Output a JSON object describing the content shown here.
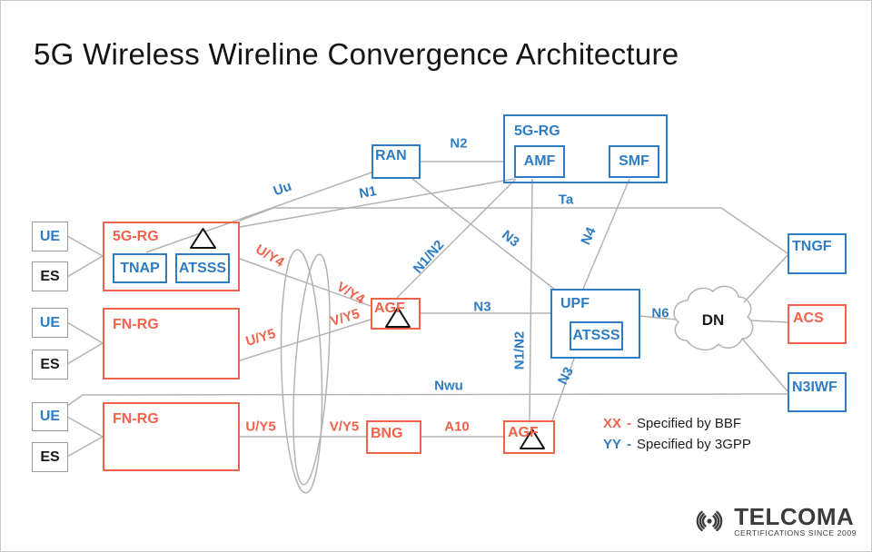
{
  "title": "5G Wireless Wireline Convergence Architecture",
  "nodes": {
    "ue1": "UE",
    "es1": "ES",
    "rg_5g": "5G-RG",
    "tnap": "TNAP",
    "atsss_rg": "ATSSS",
    "fn_rg_mid": "FN-RG",
    "ue2": "UE",
    "es2": "ES",
    "fn_rg_bot": "FN-RG",
    "ue3": "UE",
    "es3": "ES",
    "ran": "RAN",
    "core": "5G-RG",
    "amf": "AMF",
    "smf": "SMF",
    "agf_mid": "AGF",
    "upf": "UPF",
    "atsss_upf": "ATSSS",
    "dn": "DN",
    "tngf": "TNGF",
    "acs": "ACS",
    "n3iwf": "N3IWF",
    "bng": "BNG",
    "agf_bot": "AGF"
  },
  "edges": {
    "uu": "Uu",
    "n1": "N1",
    "n2": "N2",
    "ta": "Ta",
    "n3_ran_upf": "N3",
    "n4": "N4",
    "n1n2_diag": "N1/N2",
    "n1n2_vert": "N1/N2",
    "n3_mid": "N3",
    "n3_bot": "N3",
    "n6": "N6",
    "nwu": "Nwu",
    "a10": "A10",
    "uy4": "U/Y4",
    "vy4": "V/Y4",
    "uy5_mid": "U/Y5",
    "vy5_mid": "V/Y5",
    "uy5_bot": "U/Y5",
    "vy5_bot": "V/Y5"
  },
  "legend": {
    "rows": [
      {
        "key": "XX",
        "sep": "-",
        "text": "Specified by BBF"
      },
      {
        "key": "YY",
        "sep": "-",
        "text": "Specified by 3GPP"
      }
    ]
  },
  "logo": {
    "name": "TELCOMA",
    "tagline": "CERTIFICATIONS SINCE 2009"
  },
  "colors": {
    "blue": "#2E7CC4",
    "orange": "#F0624A",
    "line_gray": "#b3b3b3",
    "box_gray": "#9b9b9b",
    "title_black": "#151515"
  }
}
